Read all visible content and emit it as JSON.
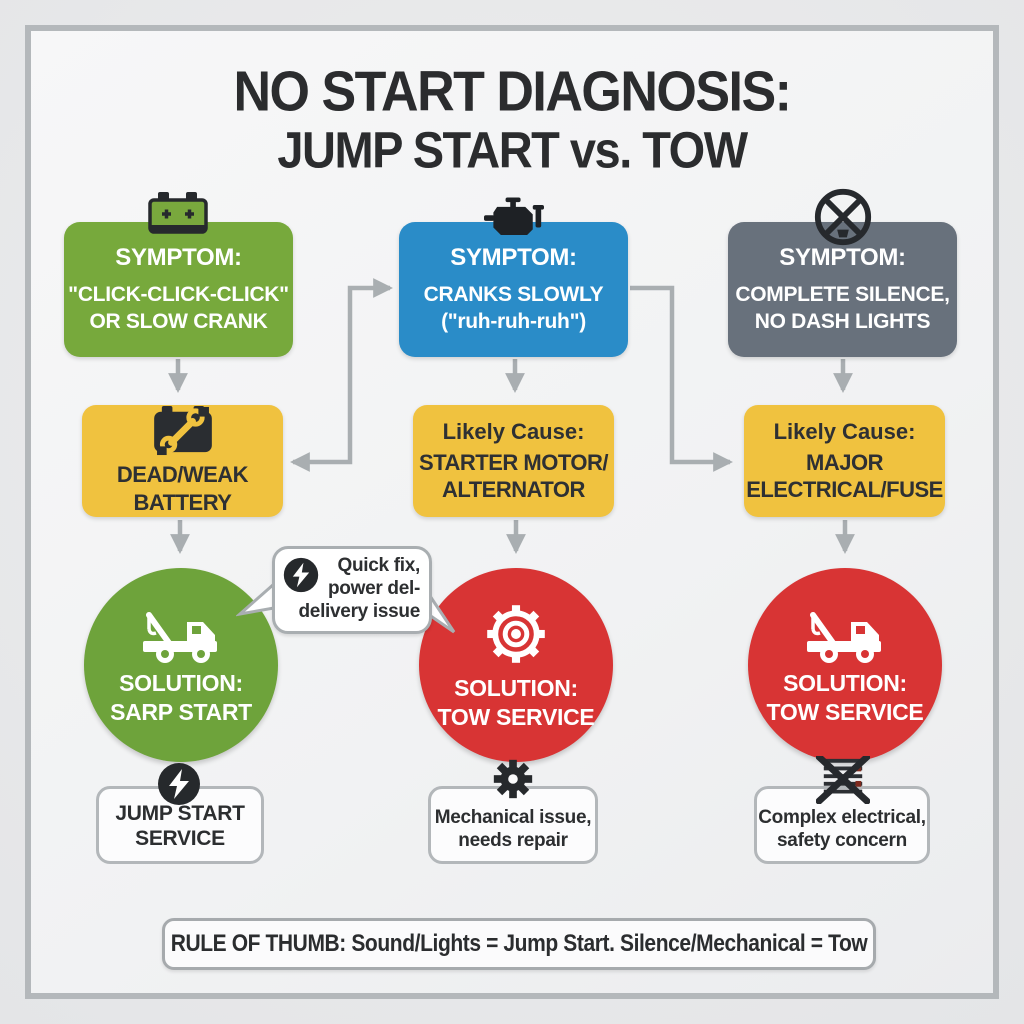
{
  "title": {
    "line1": "NO START DIAGNOSIS:",
    "line2": "JUMP START vs. TOW"
  },
  "colors": {
    "green_box": "#77a93c",
    "blue_box": "#2a8cc8",
    "slate_box": "#68717c",
    "yellow_box": "#f0c23f",
    "red_circle": "#d83434",
    "green_circle": "#6ea33b",
    "arrow_gray": "#a9aeb1",
    "text_dark": "#2b2c2e"
  },
  "columns": [
    {
      "symptom": {
        "label": "SYMPTOM:",
        "line1": "\"CLICK-CLICK-CLICK\"",
        "line2": "OR SLOW CRANK",
        "icon": "car-battery-icon"
      },
      "cause": {
        "label": "",
        "line1": "DEAD/WEAK",
        "line2": "BATTERY",
        "icon": "battery-service-icon"
      },
      "solution": {
        "label": "SOLUTION:",
        "line1": "SARP START",
        "icon": "tow-truck-icon"
      },
      "outcome": {
        "line1": "JUMP START",
        "line2": "SERVICE",
        "icon": "jump-start-lightning-icon"
      }
    },
    {
      "symptom": {
        "label": "SYMPTOM:",
        "line1": "CRANKS SLOWLY",
        "line2": "(\"ruh-ruh-ruh\")",
        "icon": "engine-icon"
      },
      "cause": {
        "label": "Likely Cause:",
        "line1": "STARTER MOTOR/",
        "line2": "ALTERNATOR",
        "icon": ""
      },
      "solution": {
        "label": "SOLUTION:",
        "line1": "TOW SERVICE",
        "icon": "gear-icon"
      },
      "outcome": {
        "line1": "Mechanical issue,",
        "line2": "needs repair",
        "icon": "gear-icon"
      }
    },
    {
      "symptom": {
        "label": "SYMPTOM:",
        "line1": "COMPLETE SILENCE,",
        "line2": "NO DASH LIGHTS",
        "icon": "no-power-icon"
      },
      "cause": {
        "label": "Likely Cause:",
        "line1": "MAJOR",
        "line2": "ELECTRICAL/FUSE",
        "icon": ""
      },
      "solution": {
        "label": "SOLUTION:",
        "line1": "TOW SERVICE",
        "icon": "tow-truck-icon"
      },
      "outcome": {
        "line1": "Complex electrical,",
        "line2": "safety concern",
        "icon": "blown-fuse-icon"
      }
    }
  ],
  "bubble": {
    "line1": "Quick fix,",
    "line2": "power del-",
    "line3": "delivery issue",
    "icon": "lightning-icon"
  },
  "footer": {
    "text": "RULE OF THUMB: Sound/Lights = Jump Start. Silence/Mechanical = Tow"
  }
}
